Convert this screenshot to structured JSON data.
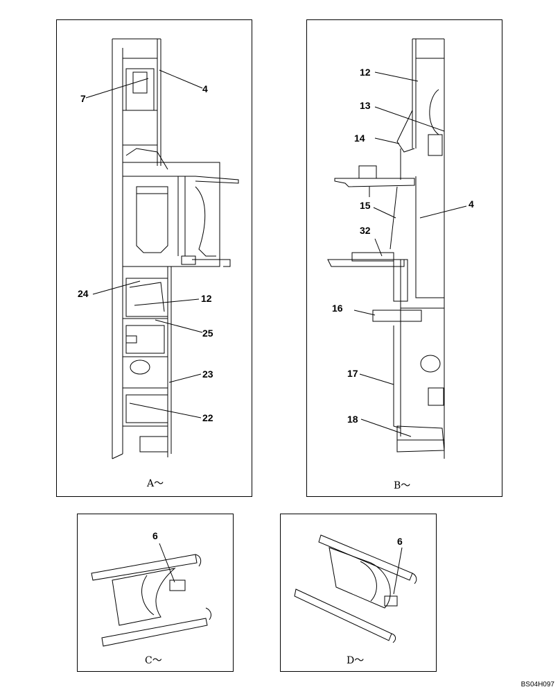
{
  "views": {
    "a": {
      "caption": "A～",
      "callouts": [
        "7",
        "4",
        "24",
        "12",
        "25",
        "23",
        "22"
      ]
    },
    "b": {
      "caption": "B～",
      "callouts": [
        "12",
        "13",
        "14",
        "15",
        "4",
        "32",
        "16",
        "17",
        "18"
      ]
    },
    "c": {
      "caption": "C～",
      "callouts": [
        "6"
      ]
    },
    "d": {
      "caption": "D～",
      "callouts": [
        "6"
      ]
    }
  },
  "drawing_code": "BS04H097",
  "colors": {
    "line": "#000000",
    "background": "#ffffff"
  }
}
